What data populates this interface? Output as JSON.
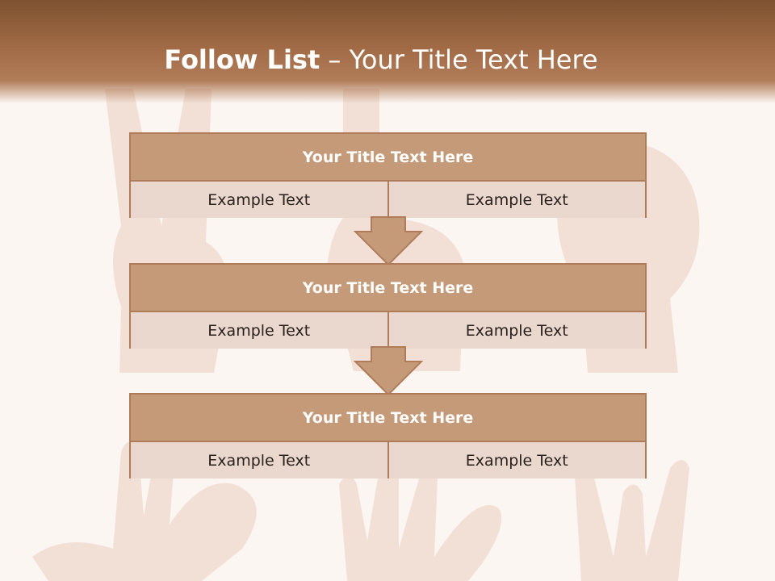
{
  "header": {
    "title_bold": "Follow List",
    "title_rest": " – Your Title Text Here"
  },
  "blocks": [
    {
      "title": "Your Title Text Here",
      "left": "Example Text",
      "right": "Example Text"
    },
    {
      "title": "Your Title Text Here",
      "left": "Example Text",
      "right": "Example Text"
    },
    {
      "title": "Your Title Text Here",
      "left": "Example Text",
      "right": "Example Text"
    }
  ],
  "colors": {
    "header_top": "#7e5231",
    "header_bottom": "#b17c58",
    "block_head": "#c49a79",
    "block_body": "#ead8cf",
    "border": "#b07b58"
  },
  "icons": [
    "down-arrow-icon",
    "down-arrow-icon",
    "hand-image"
  ]
}
